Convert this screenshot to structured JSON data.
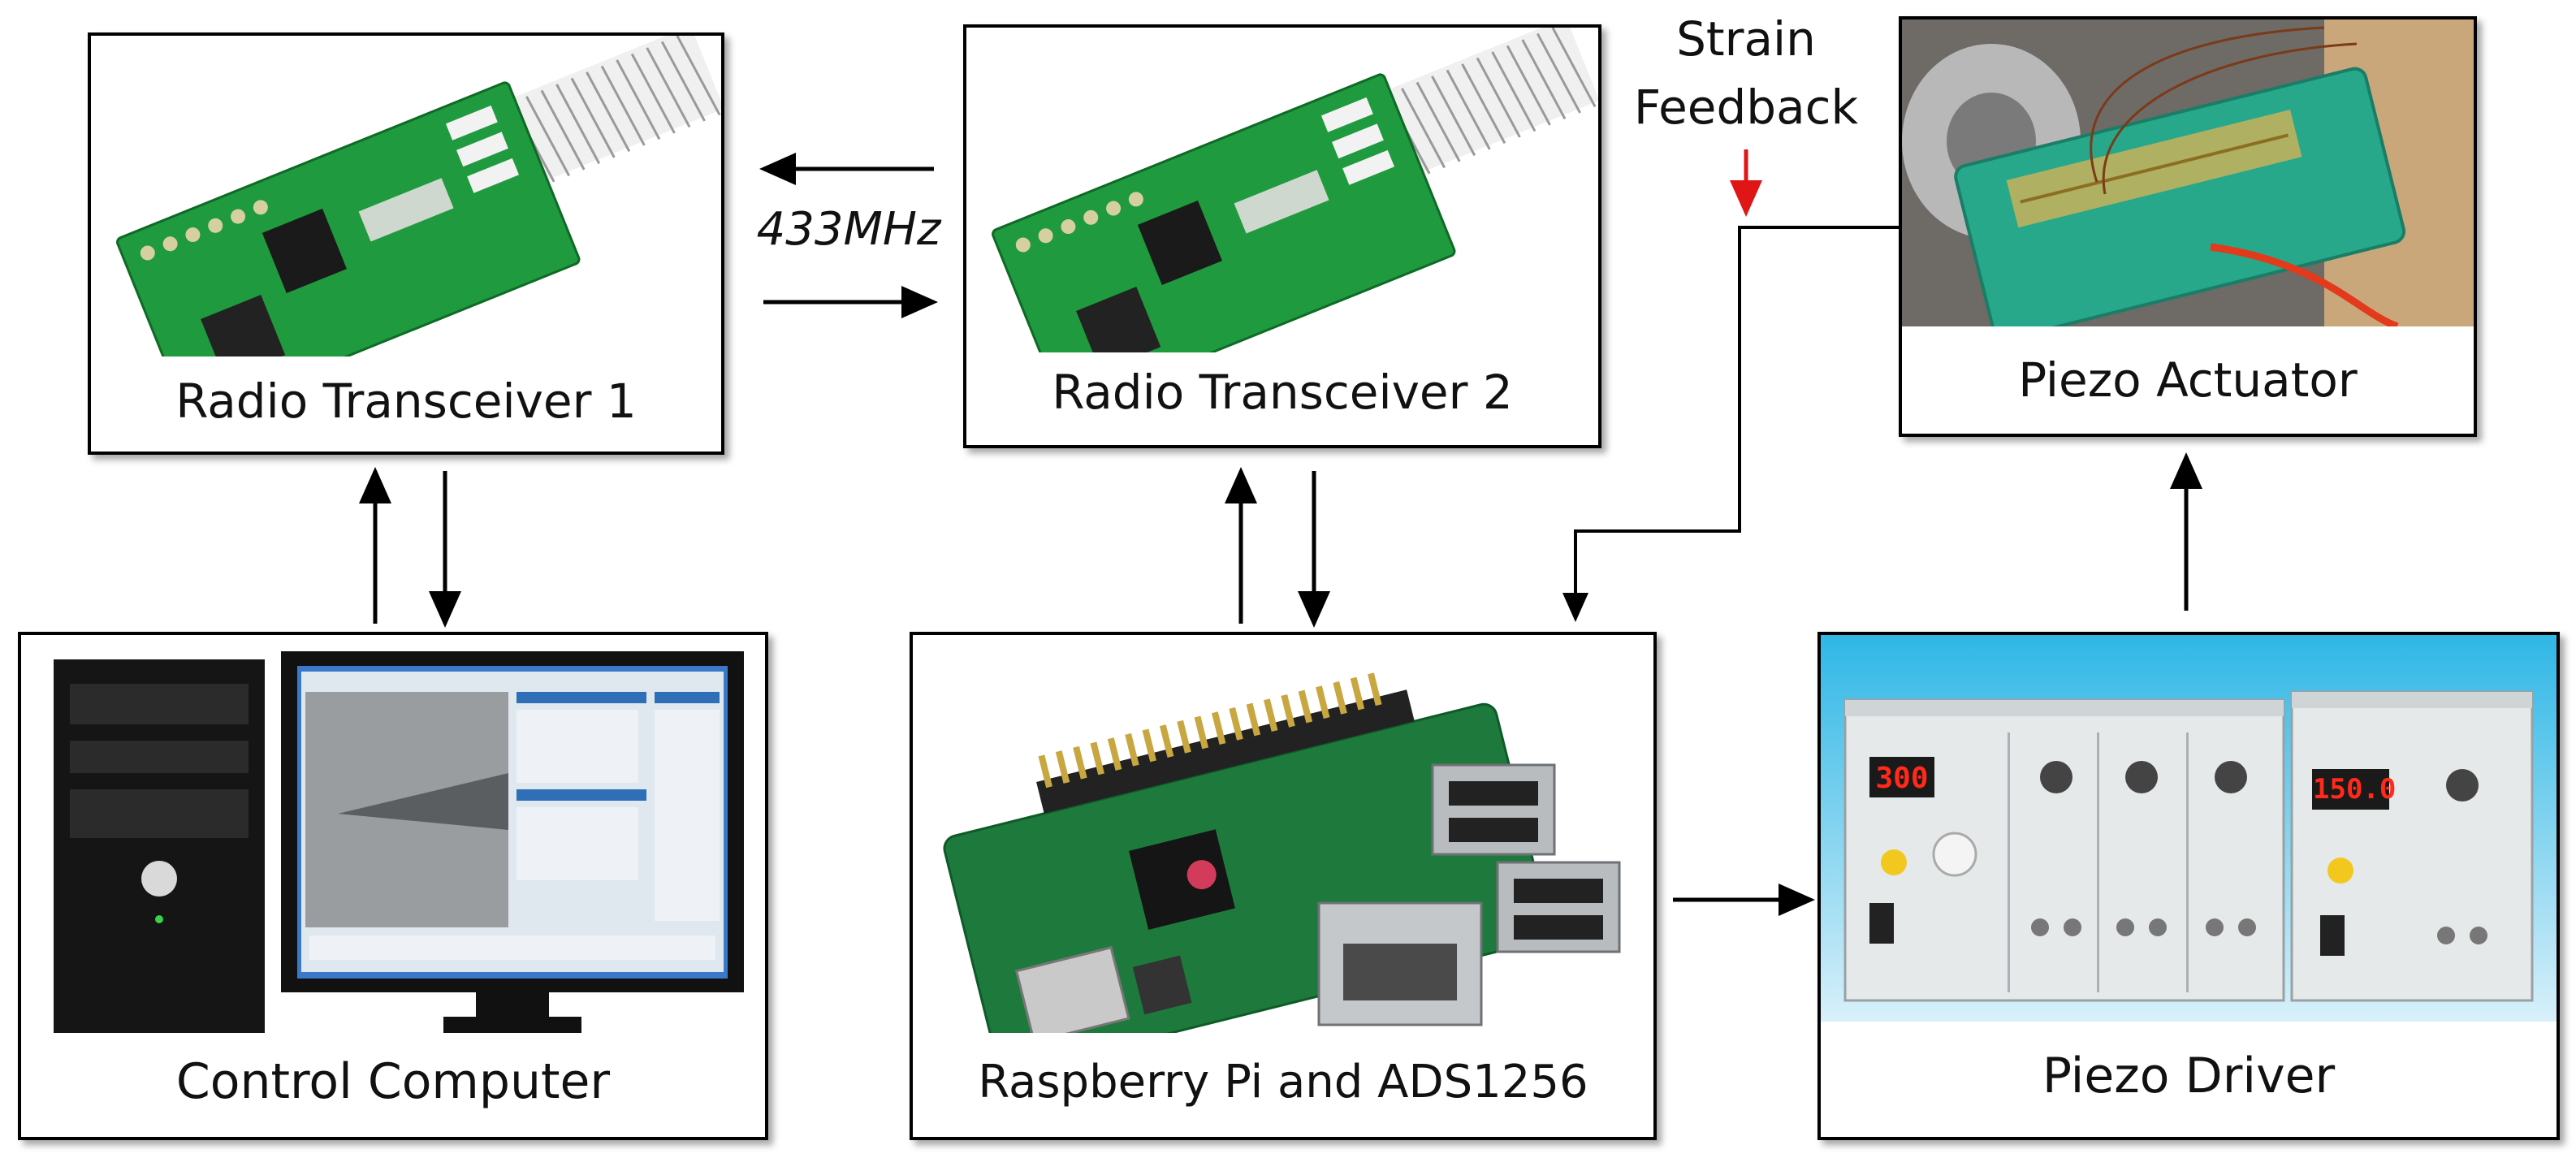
{
  "boxes": {
    "radio1": {
      "label": "Radio Transceiver 1"
    },
    "radio2": {
      "label": "Radio Transceiver 2"
    },
    "piezo_actuator": {
      "label": "Piezo Actuator"
    },
    "control_computer": {
      "label": "Control Computer"
    },
    "raspberry_pi": {
      "label": "Raspberry Pi and ADS1256"
    },
    "piezo_driver": {
      "label": "Piezo Driver",
      "display_left": "300",
      "display_right": "150.0"
    }
  },
  "links": {
    "radio_link": "433MHz",
    "strain_line1": "Strain",
    "strain_line2": "Feedback"
  },
  "colors": {
    "feedback_arrow": "#e01515",
    "pcb_green": "#1f9a3e",
    "actuator_teal": "#27a88a",
    "driver_panel": "#e6e9ea",
    "led_red": "#ff2a1a"
  }
}
